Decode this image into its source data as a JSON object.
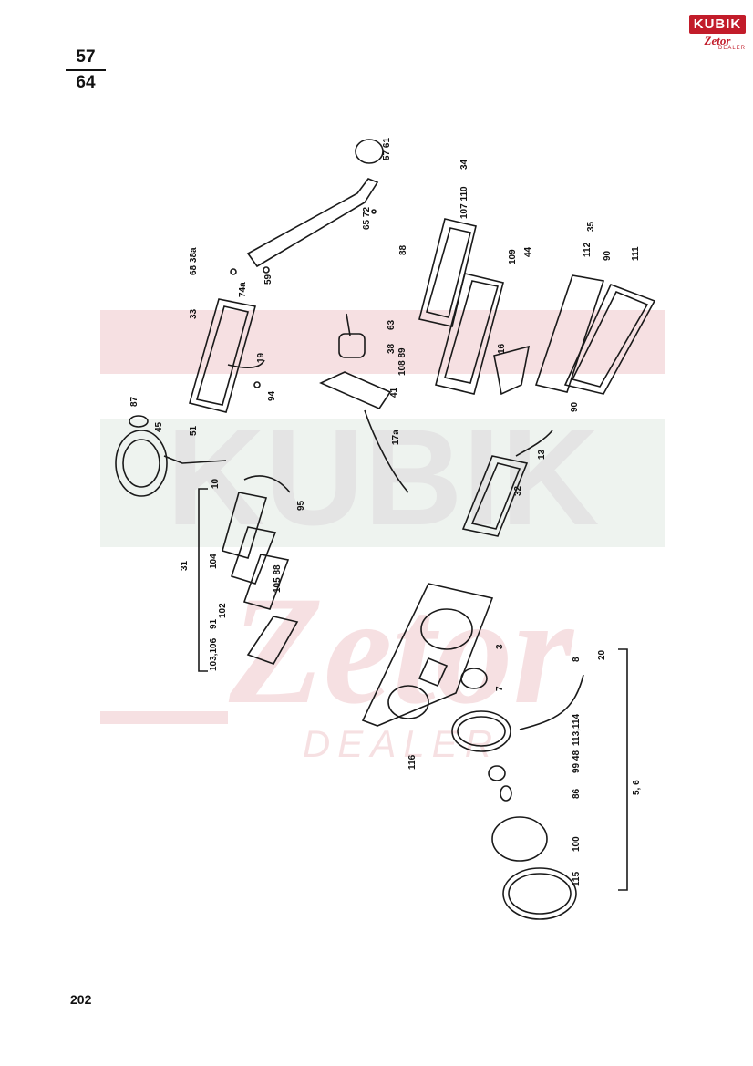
{
  "page": {
    "fraction_top": "57",
    "fraction_bottom": "64",
    "page_number": "202"
  },
  "logo": {
    "top_text": "KUBIK",
    "brand": "Zetor",
    "sub": "DEALER"
  },
  "watermark": {
    "brand": "KUBIK",
    "script": "Zetor",
    "sub": "DEALER"
  },
  "colors": {
    "brand_red": "#c21c2a",
    "line": "#1a1a1a"
  },
  "callouts": [
    "57 61",
    "65 72",
    "34",
    "107 110",
    "88",
    "109",
    "44",
    "35",
    "112",
    "90",
    "111",
    "68 38a",
    "74a",
    "59",
    "33",
    "19",
    "94",
    "63",
    "38",
    "108 89",
    "16",
    "41",
    "90",
    "87",
    "45",
    "51",
    "17a",
    "13",
    "10",
    "95",
    "31",
    "104",
    "105 88",
    "102",
    "91",
    "103,106",
    "32",
    "3",
    "7",
    "8",
    "20",
    "116",
    "113,114",
    "99 48",
    "86",
    "100",
    "5, 6",
    "115"
  ]
}
